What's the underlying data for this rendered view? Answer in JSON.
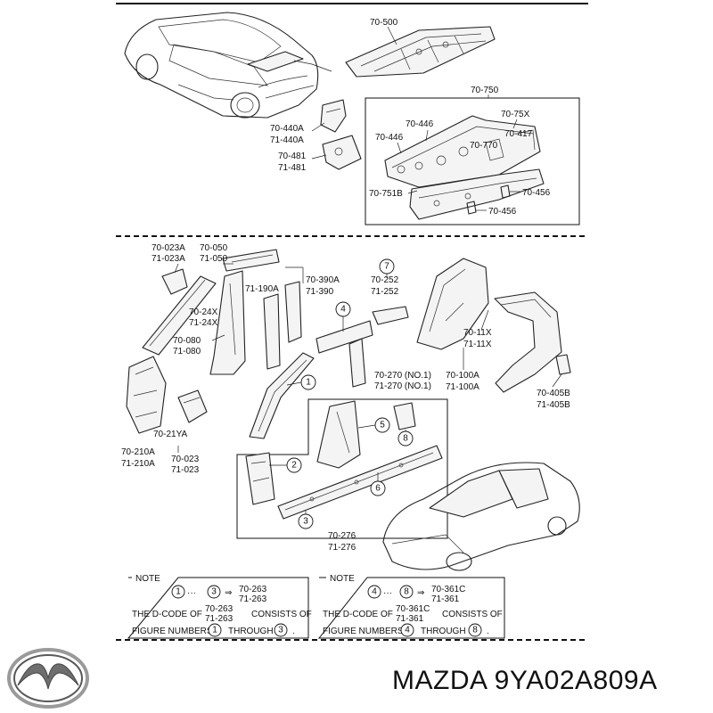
{
  "part_labels": {
    "roof_panel": "70-500",
    "rear_panel_assy": "70-750",
    "latch_bracket_l": "70-440A",
    "latch_bracket_r": "71-440A",
    "lamp_bracket_l": "70-481",
    "lamp_bracket_r": "71-481",
    "rear_member_l": "70-446",
    "rear_member_r": "70-446",
    "rear_end_x": "70-75X",
    "rear_end_417": "70-417",
    "rear_end_770": "70-770",
    "rear_sill_l": "70-751B",
    "rear_hook_456a": "70-456",
    "rear_hook_456b": "70-456",
    "pillar_023a_l": "70-023A",
    "pillar_023a_r": "71-023A",
    "pillar_050_l": "70-050",
    "pillar_050_r": "71-050",
    "pillar_390a_l": "70-390A",
    "pillar_390a_r": "71-390",
    "pillar_190a": "71-190A",
    "pillar_24x_l": "70-24X",
    "pillar_24x_r": "71-24X",
    "pillar_080_l": "70-080",
    "pillar_080_r": "71-080",
    "apron_210a_l": "70-210A",
    "apron_210a_r": "71-210A",
    "apron_21ya": "70-21YA",
    "apron_023_l": "70-023",
    "apron_023_r": "71-023",
    "reinf_252_l": "70-252",
    "reinf_252_r": "71-252",
    "side_270_l": "70-270 (NO.1)",
    "side_270_r": "71-270 (NO.1)",
    "sill_276_l": "70-276",
    "sill_276_r": "71-276",
    "wheel_11x_l": "70-11X",
    "wheel_11x_r": "71-11X",
    "wheel_100a_l": "70-100A",
    "wheel_100a_r": "71-100A",
    "wheel_405b_l": "70-405B",
    "wheel_405b_r": "71-405B"
  },
  "callout_numbers": [
    "1",
    "2",
    "3",
    "4",
    "5",
    "6",
    "7",
    "8"
  ],
  "note_left": {
    "title": "NOTE",
    "from": "1",
    "dots": "···",
    "to": "3",
    "arrow": "⇒",
    "code_l": "70-263",
    "code_r": "71-263",
    "line2_a": "THE D-CODE OF",
    "line2_code_l": "70-263",
    "line2_code_r": "71-263",
    "line2_b": "CONSISTS OF",
    "line3_a": "FIGURE NUMBERS",
    "line3_from": "1",
    "line3_mid": "THROUGH",
    "line3_to": "3",
    "line3_end": "."
  },
  "note_right": {
    "title": "NOTE",
    "from": "4",
    "dots": "···",
    "to": "8",
    "arrow": "⇒",
    "code_l": "70-361C",
    "code_r": "71-361",
    "line2_a": "THE D-CODE OF",
    "line2_code_l": "70-361C",
    "line2_code_r": "71-361",
    "line2_b": "CONSISTS OF",
    "line3_a": "FIGURE NUMBERS",
    "line3_from": "4",
    "line3_mid": "THROUGH",
    "line3_to": "8",
    "line3_end": "."
  },
  "brand_text": "MAZDA 9YA02A809A",
  "logo_icon": "mazda-logo-icon"
}
